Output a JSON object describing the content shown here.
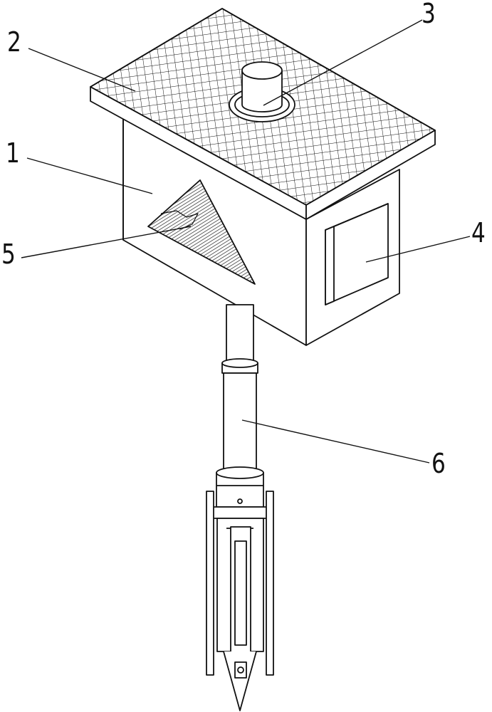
{
  "diagram": {
    "callouts": [
      {
        "id": "1",
        "text": "1",
        "part": "housing-body"
      },
      {
        "id": "2",
        "text": "2",
        "part": "solar-panel-top"
      },
      {
        "id": "3",
        "text": "3",
        "part": "top-cylinder"
      },
      {
        "id": "4",
        "text": "4",
        "part": "side-panel-box"
      },
      {
        "id": "5",
        "text": "5",
        "part": "triangle-warning-sign"
      },
      {
        "id": "6",
        "text": "6",
        "part": "support-pole"
      }
    ],
    "colors": {
      "stroke": "#111111",
      "background": "#ffffff"
    }
  }
}
